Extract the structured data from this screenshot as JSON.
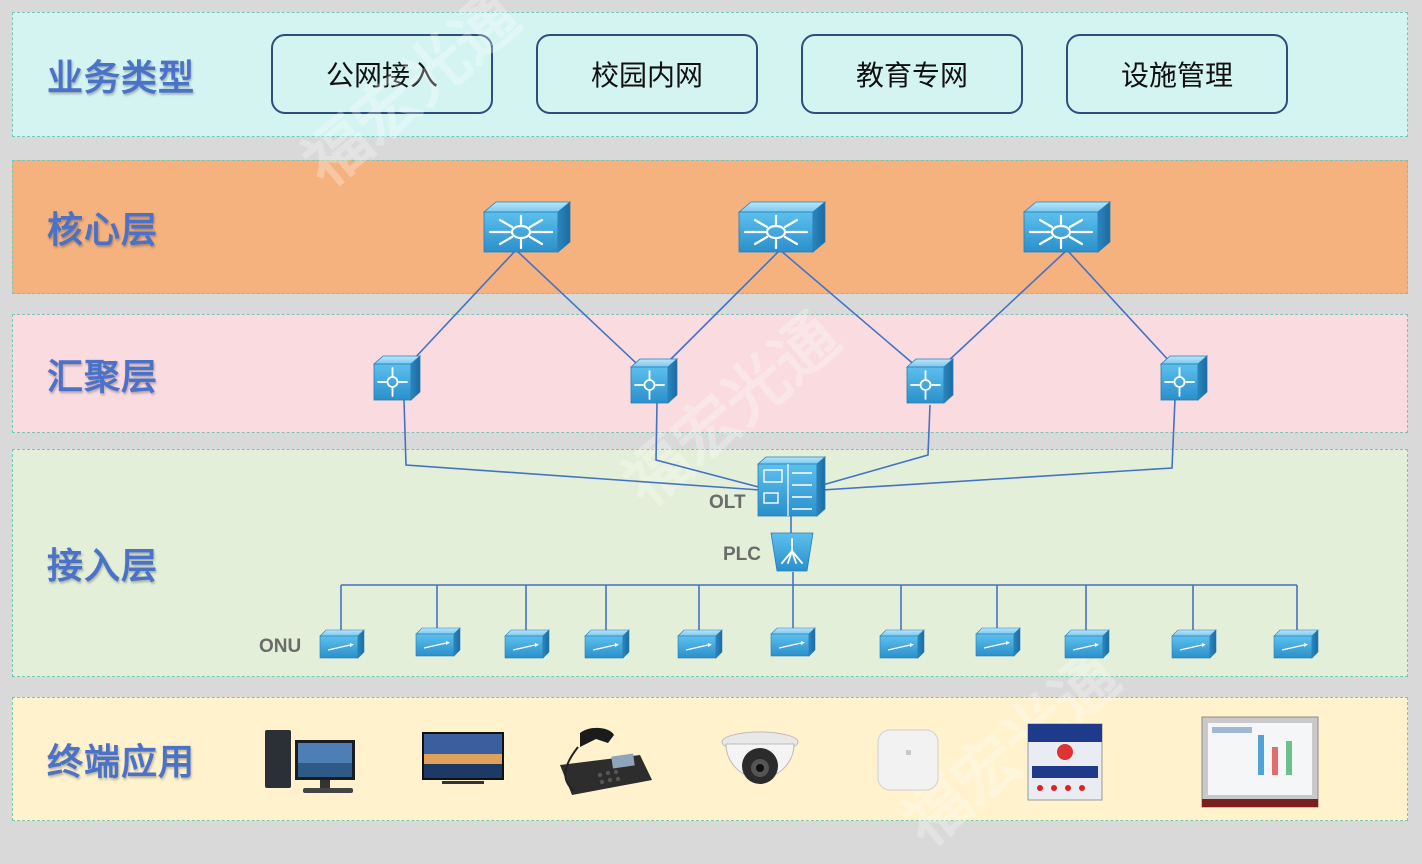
{
  "layers": {
    "service": "业务类型",
    "core": "核心层",
    "aggregation": "汇聚层",
    "access": "接入层",
    "terminal": "终端应用"
  },
  "services": [
    "公网接入",
    "校园内网",
    "教育专网",
    "设施管理"
  ],
  "labels": {
    "olt": "OLT",
    "plc": "PLC",
    "onu": "ONU"
  },
  "watermark": "福宏光通",
  "colors": {
    "service_band": "#d4f4f1",
    "core_band": "#f5b27f",
    "aggregation_band": "#f9dbe0",
    "access_band": "#e3efd9",
    "terminal_band": "#fff2cc",
    "layer_text": "#4a72c8",
    "link": "#4472c4",
    "device": "#3aa8e0"
  },
  "terminal_devices": [
    "desktop-computer-icon",
    "television-icon",
    "ip-phone-icon",
    "dome-camera-icon",
    "wireless-ap-icon",
    "alarm-panel-icon",
    "smart-board-icon"
  ]
}
